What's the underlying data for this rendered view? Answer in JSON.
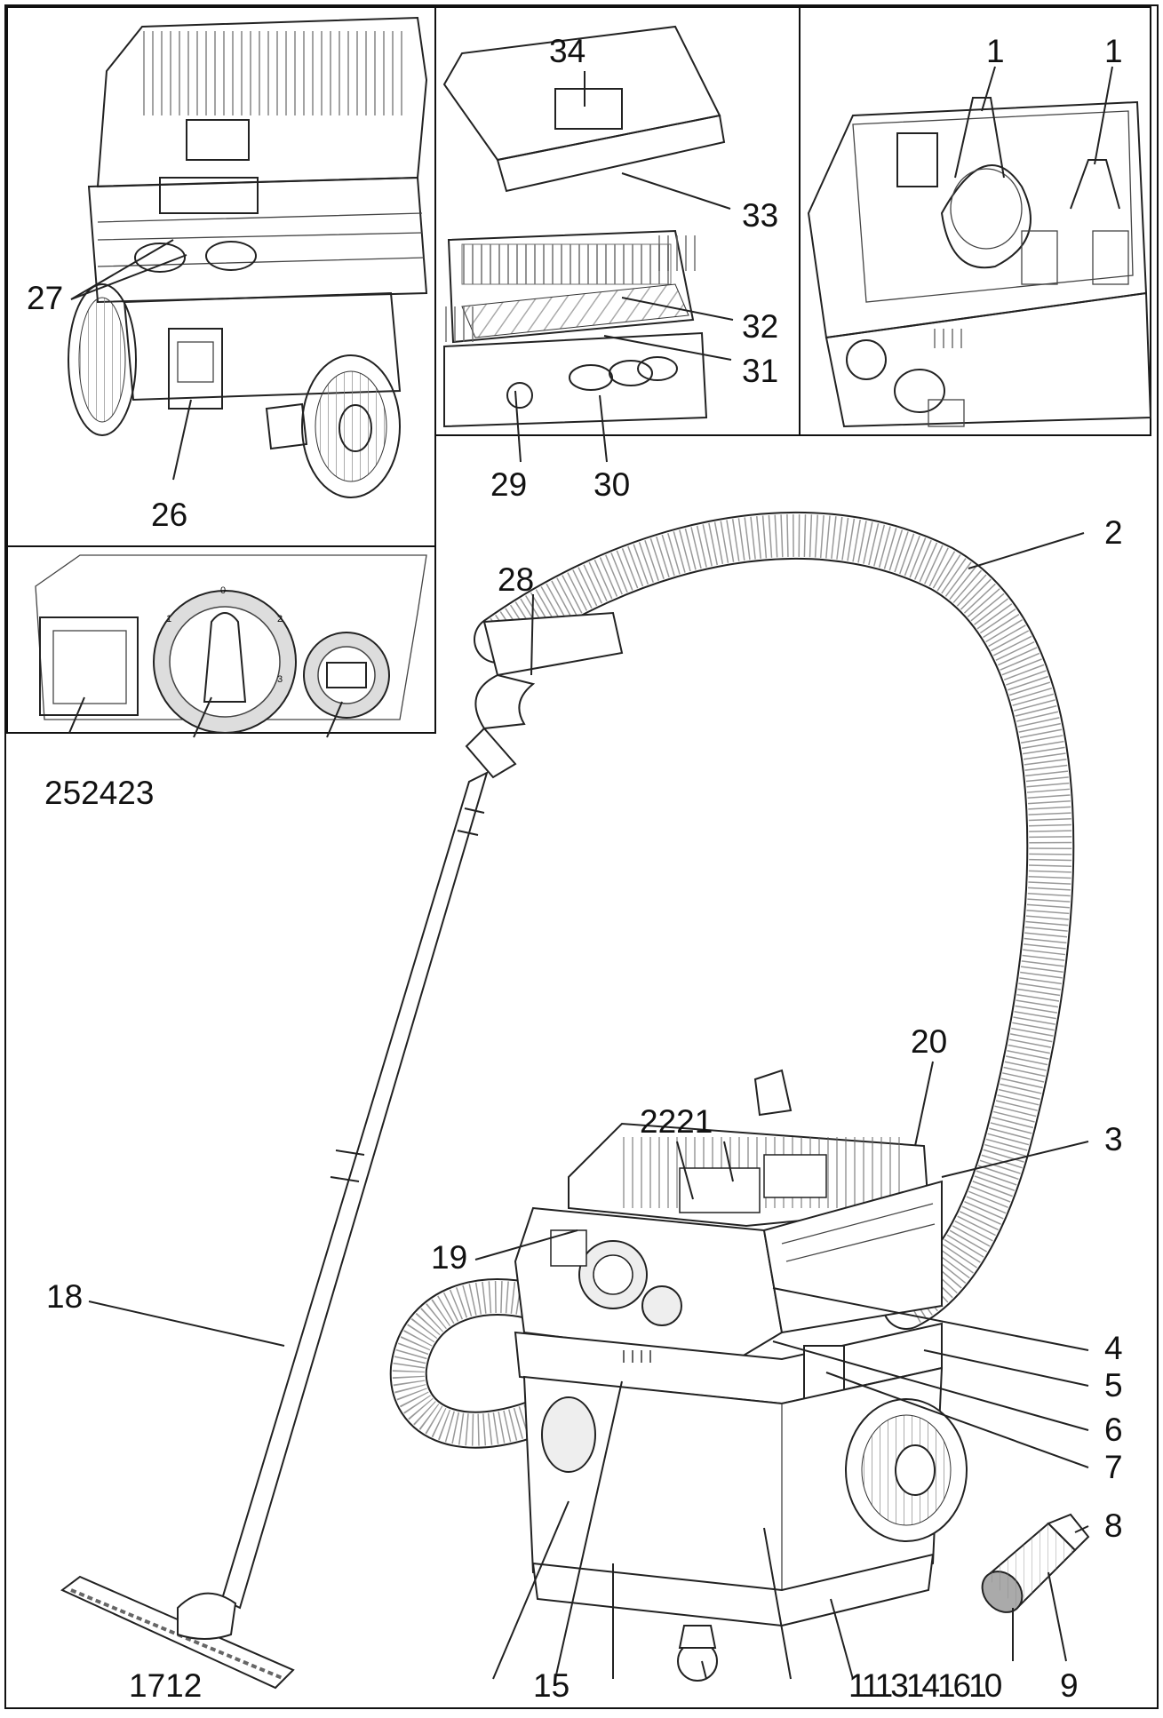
{
  "labels": {
    "l1a": "1",
    "l1b": "1",
    "l2": "2",
    "l3": "3",
    "l4": "4",
    "l5": "5",
    "l6": "6",
    "l7": "7",
    "l8": "8",
    "l9": "9",
    "l18": "18",
    "l19": "19",
    "l20": "20",
    "l2221": "2221",
    "l15": "15",
    "l1712": "1712",
    "l1113": "1113141610",
    "l26": "26",
    "l27": "27",
    "l28": "28",
    "l29": "29",
    "l30": "30",
    "l31": "31",
    "l32": "32",
    "l33": "33",
    "l34": "34",
    "l252423": "252423"
  },
  "dial": {
    "marks": [
      "0",
      "1",
      "2",
      "3"
    ]
  }
}
